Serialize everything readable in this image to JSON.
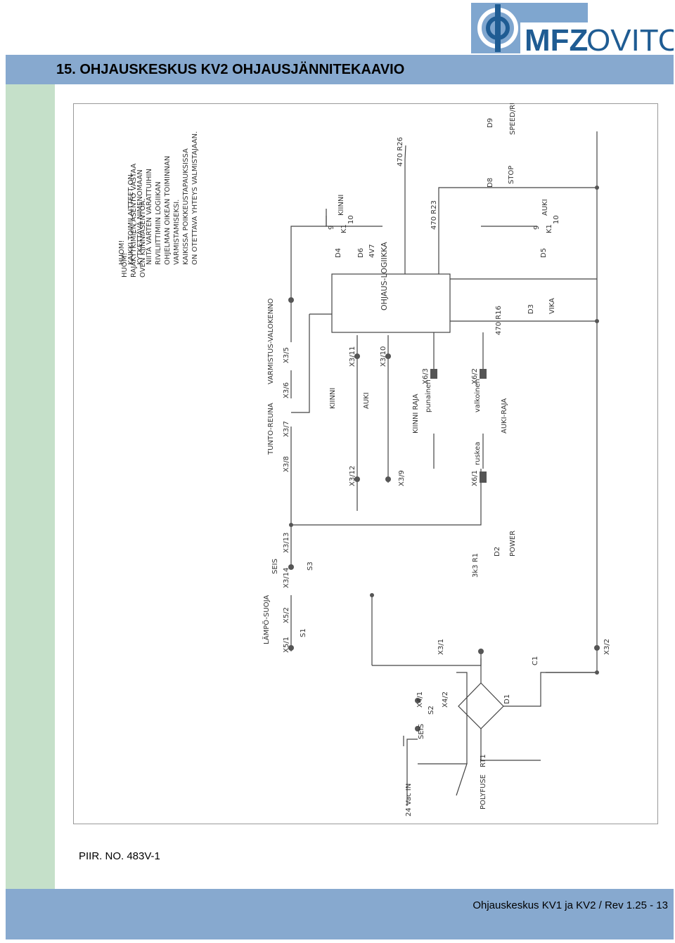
{
  "brand": {
    "name": "MFZOVITOR",
    "name_bold": "MFZ",
    "name_light": "OVITOR",
    "color_primary": "#1f5c93",
    "color_accent": "#7fa6cf"
  },
  "header": {
    "title": "15. OHJAUSKESKUS KV2 OHJAUSJÄNNITEKAAVIO"
  },
  "schematic": {
    "notes": {
      "note1": [
        "HUOM!",
        "RAJAKYTKIMIEN ASENTO VASTAA",
        "OVEN KIINNIASENTOA."
      ],
      "note2": [
        "HUOM!",
        "KAIKKI TOIMILAITTEET ON",
        "KYTKETTÄVÄ NIMENOMAAN",
        "NIITÄ VARTEN VARATTUIHIN",
        "RIVILIITTIMIIN LOGIIKAN",
        "OHJELMAN OIKEAN TOIMINNAN",
        "VARMISTAMISEKSI.",
        "KAIKISSA POIKKEUSTAPAUKSISSA",
        "ON OTETTAVA YHTEYS VALMISTAJAAN."
      ]
    },
    "labels": {
      "supply": "24 Vac IN",
      "polyfuse": "POLYFUSE",
      "rt1": "RT1",
      "seis": "SEIS",
      "s2": "S2",
      "x4_1": "X4/1",
      "x4_2": "X4/2",
      "d1": "D1",
      "c1": "C1",
      "x3_1": "X3/1",
      "x3_2": "X3/2",
      "lampo": "LÄMPÖ-SUOJA",
      "x5_1": "X5/1",
      "x5_2": "X5/2",
      "s1": "S1",
      "seis2": "SEIS",
      "x3_14": "X3/14",
      "x3_13": "X3/13",
      "s3": "S3",
      "r1": "3k3  R1",
      "d2": "D2",
      "power": "POWER",
      "tunto": "TUNTO-REUNA",
      "x3_8": "X3/8",
      "x3_7": "X3/7",
      "varmistus": "VARMISTUS-VALOKENNO",
      "x3_6": "X3/6",
      "x3_5": "X3/5",
      "kiinni": "KIINNI",
      "auki": "AUKI",
      "x3_12": "X3/12",
      "x3_11": "X3/11",
      "x3_9": "X3/9",
      "x3_10": "X3/10",
      "kiinni_raja": "KIINNI RAJA",
      "auki_raja": "AUKI-RAJA",
      "x6_1": "X6/1",
      "x6_2": "X6/2",
      "x6_3": "X6/3",
      "ruskea": "ruskea",
      "valkoinen": "valkoinen",
      "punainen": "punainen",
      "logic": "OHJAUS-LOGIIKKA",
      "r16": "470  R16",
      "d3": "D3",
      "vika": "VIKA",
      "d4": "D4",
      "d6": "D6",
      "v47": "4V7",
      "k1": "K1",
      "pin9": "9",
      "pin10": "10",
      "relay_kiinni": "KIINNI",
      "r23": "470  R23",
      "d8": "D8",
      "stop": "STOP",
      "r26": "470  R26",
      "d9": "D9",
      "speed": "SPEED/RUNT",
      "d5": "D5",
      "relay_auki": "AUKI"
    }
  },
  "drawing": {
    "number": "PIIR. NO. 483V-1"
  },
  "footer": {
    "text": "Ohjauskeskus KV1 ja KV2 / Rev 1.25 - 13"
  }
}
